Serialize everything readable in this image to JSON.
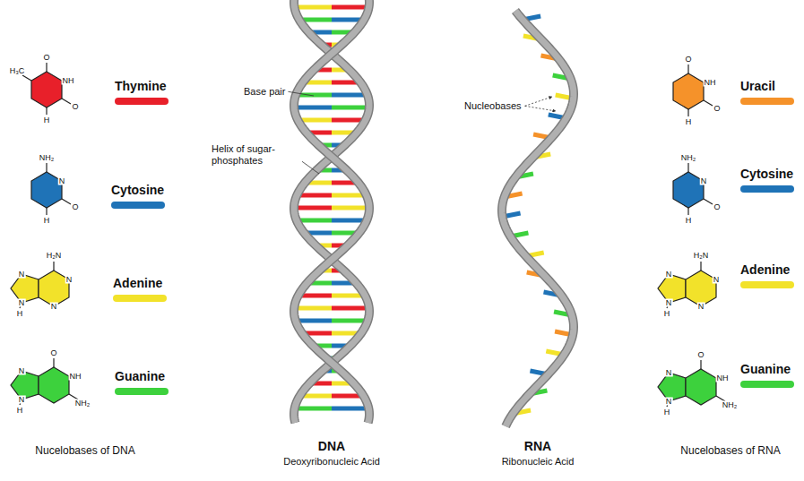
{
  "diagram": {
    "labels": [
      "Base pair",
      "Helix of sugar-phosphates",
      "Nucleobases",
      "DNA",
      "Deoxyribonucleic Acid",
      "RNA",
      "Ribonucleic Acid",
      "Nucelobases of DNA",
      "Nucelobases of RNA",
      "H₃C",
      "O",
      "NH",
      "O",
      "H",
      "NH₂",
      "N",
      "O",
      "H",
      "H₂N",
      "N",
      "N",
      "N",
      "N",
      "H",
      "O",
      "NH",
      "N",
      "NH₂",
      "N",
      "H",
      "O",
      "NH",
      "O",
      "H",
      "NH₂",
      "N",
      "O",
      "H",
      "H₂N",
      "N",
      "N",
      "N",
      "N",
      "H",
      "O",
      "NH",
      "N",
      "NH₂",
      "N",
      "H"
    ],
    "legend": [
      {
        "text": "Thymine",
        "color": "#e8202a"
      },
      {
        "text": "Cytosine",
        "color": "#1f73b7"
      },
      {
        "text": "Adenine",
        "color": "#f2e22a"
      },
      {
        "text": "Guanine",
        "color": "#3dd13d"
      },
      {
        "text": "Uracil",
        "color": "#f5922a"
      },
      {
        "text": "Cytosine",
        "color": "#1f73b7"
      },
      {
        "text": "Adenine",
        "color": "#f2e22a"
      },
      {
        "text": "Guanine",
        "color": "#3dd13d"
      }
    ]
  }
}
